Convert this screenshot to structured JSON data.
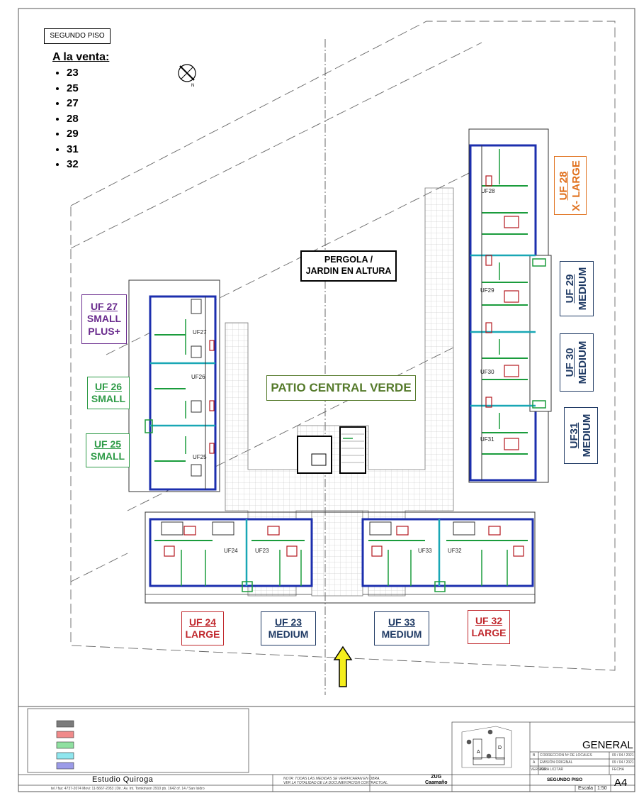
{
  "sheet": {
    "floor_label": "SEGUNDO PISO",
    "sale_title": "A la venta:",
    "sale_units": [
      "23",
      "25",
      "27",
      "28",
      "29",
      "31",
      "32"
    ],
    "pergola_label_line1": "PERGOLA /",
    "pergola_label_line2": "JARDIN EN ALTURA",
    "patio_label": "PATIO CENTRAL VERDE"
  },
  "colors": {
    "wall_blue": "#1c2fae",
    "window_cyan": "#19a7b5",
    "partition_green": "#1a9c3c",
    "furniture_red": "#b3181f",
    "arrow_yellow": "#f5ee1c",
    "orange": "#e0701c",
    "purple": "#6a2c8e",
    "green": "#2e9b47",
    "navy": "#1f3a64",
    "red": "#c0282d",
    "patio_olive": "#557a2b"
  },
  "units": {
    "uf27": {
      "name": "UF 27",
      "size": "SMALL",
      "size2": "PLUS+"
    },
    "uf26": {
      "name": "UF 26",
      "size": "SMALL"
    },
    "uf25": {
      "name": "UF 25",
      "size": "SMALL"
    },
    "uf28": {
      "name": "UF 28",
      "size": "X- LARGE"
    },
    "uf29": {
      "name": "UF 29",
      "size": "MEDIUM"
    },
    "uf30": {
      "name": "UF 30",
      "size": "MEDIUM"
    },
    "uf31": {
      "name": "UF31",
      "size": "MEDIUM"
    },
    "uf24": {
      "name": "UF 24",
      "size": "LARGE"
    },
    "uf23": {
      "name": "UF 23",
      "size": "MEDIUM"
    },
    "uf33": {
      "name": "UF 33",
      "size": "MEDIUM"
    },
    "uf32": {
      "name": "UF 32",
      "size": "LARGE"
    }
  },
  "plan_tags": [
    "UF27",
    "UF26",
    "UF25",
    "UF28",
    "UF29",
    "UF30",
    "UF31",
    "UF24",
    "UF23",
    "UF33",
    "UF32"
  ],
  "legend": {
    "swatches": [
      "#7b7b7b",
      "#f08a8a",
      "#8fe0a0",
      "#8fe6ee",
      "#9b9be8"
    ]
  },
  "titleblock": {
    "studio": "Estudio  Quiroga",
    "contact": "tel / fax: 4737-2074  Movi: 11-5667-2053  |  Dir.: Av. Int. Tomkinson 2910 pb. 1642   of. 14  /  San Isidro",
    "note_line1": "NOTA: TODAS LAS MEDIDAS SE VERIFICARAN EN OBRA.",
    "note_line2": "VER LA TOTALIDAD DE LA DOCUMENTACION CONTRACTUAL.",
    "project_line1": "ZUG",
    "project_line2": "Caamaño",
    "general": "GENERAL",
    "rev_b_code": "B",
    "rev_b_desc": "CORRECCION Nº DE LOCALES",
    "rev_b_date": "09 / 04 / 2021",
    "rev_a_code": "A",
    "rev_a_desc": "EMISIÓN ORIGINAL",
    "rev_a_date": "09 / 04 / 2021",
    "version_label": "VERSIÓN",
    "version_value": "PARA LICITAR",
    "fecha_label": "FECHA",
    "sheet_title": "SEGUNDO PISO",
    "escala_label": "Escala",
    "escala_value": "1:50",
    "format": "A4"
  }
}
